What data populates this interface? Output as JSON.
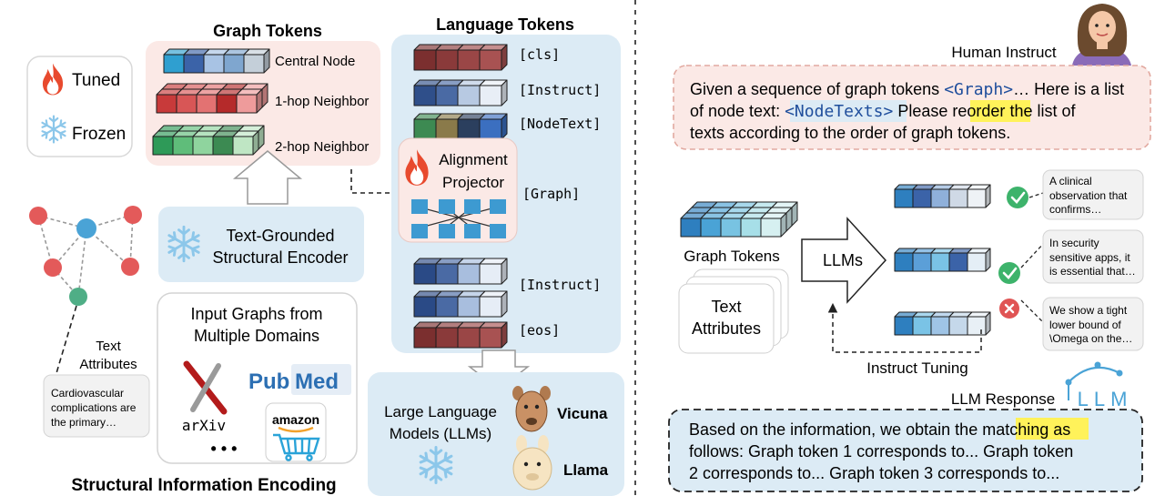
{
  "legend": {
    "tuned_label": "Tuned",
    "frozen_label": "Frozen"
  },
  "graph_tokens": {
    "title": "Graph Tokens",
    "central_node": "Central Node",
    "hop1": "1-hop Neighbor",
    "hop2": "2-hop Neighbor"
  },
  "encoder": {
    "line1": "Text-Grounded",
    "line2": "Structural Encoder"
  },
  "input_graphs": {
    "line1": "Input Graphs from",
    "line2": "Multiple Domains",
    "arxiv": "arXiv",
    "pubmed_pub": "Pub",
    "pubmed_med": "Med",
    "amazon": "amazon",
    "more": "• • •"
  },
  "text_attributes": {
    "line1": "Text",
    "line2": "Attributes",
    "sample": [
      "Cardiovascular",
      "complications are",
      "the primary…"
    ]
  },
  "section_caption": "Structural Information Encoding",
  "language_tokens": {
    "title": "Language Tokens",
    "cls": "[cls]",
    "instruct1": "[Instruct]",
    "nodetext": "[NodeText]",
    "graph": "[Graph]",
    "instruct2": "[Instruct]",
    "eos": "[eos]"
  },
  "projector": {
    "line1": "Alignment",
    "line2": "Projector"
  },
  "llms_box": {
    "line1": "Large Language",
    "line2": "Models (LLMs)",
    "vicuna": "Vicuna",
    "llama": "Llama"
  },
  "human_instruct": {
    "label": "Human Instruct",
    "l1_a": "Given a sequence of graph tokens",
    "l1_tag": "<Graph>",
    "l1_b": "… Here is a list",
    "l2_a": "of node text:",
    "l2_tag": "<NodeTexts>",
    "l2_b": "Please",
    "l2_hl": "reorder",
    "l2_c": "the list of",
    "l3": "texts according to the order of graph tokens."
  },
  "tuning": {
    "graph_tokens": "Graph Tokens",
    "text_attr_line1": "Text",
    "text_attr_line2": "Attributes",
    "llms": "LLMs",
    "instruct_tuning": "Instruct Tuning",
    "card1": [
      "A clinical",
      "observation that",
      "confirms…"
    ],
    "card2": [
      "In security",
      "sensitive apps, it",
      "is essential that…"
    ],
    "card3": [
      "We show a tight",
      "lower bound of",
      "\\Omega on the…"
    ]
  },
  "llm_response": {
    "label": "LLM Response",
    "logo": "LLM",
    "l1_a": "Based on the information, we obtain the",
    "l1_hl": "matching",
    "l1_b": "as",
    "l2": "follows: Graph token 1 corresponds to... Graph token",
    "l3": "2 corresponds to... Graph token 3 corresponds to..."
  },
  "colors": {
    "panel_pink": "#fbe9e6",
    "panel_blue": "#dcebf5",
    "highlight": "#fff25a",
    "node_red": "#e35a5a",
    "node_blue": "#4aa3d6",
    "node_green": "#4fae86",
    "check_green": "#3db36b",
    "cross_red": "#e05454"
  },
  "icons": {
    "tuned": "flame-icon",
    "frozen": "snowflake-icon",
    "check": "check-icon",
    "cross": "cross-icon",
    "person": "woman-avatar-icon",
    "vicuna": "vicuna-icon",
    "llama": "llama-icon"
  }
}
